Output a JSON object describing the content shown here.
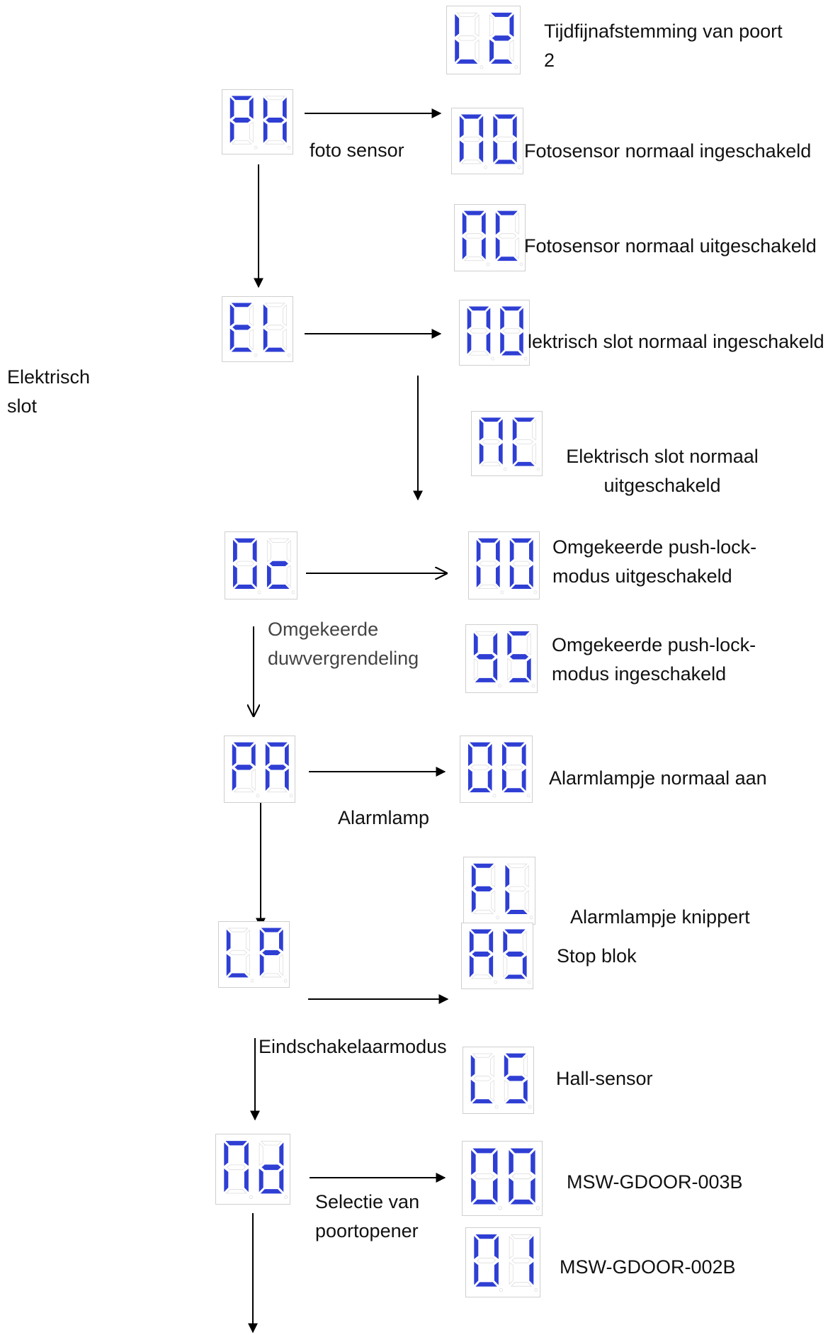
{
  "colors": {
    "segment_on": "#2f3fd4",
    "segment_off": "#dcdcdc",
    "line": "#000000"
  },
  "displays": {
    "l2": "L2",
    "ph": "PH",
    "ph_no": "nO",
    "ph_nc": "nC",
    "el": "EL",
    "el_no": "nO",
    "el_nc": "nC",
    "oc": "Oc",
    "oc_no": "nO",
    "oc_ys": "YS",
    "pa": "PA",
    "pa_00": "OO",
    "pa_fl": "FL",
    "lp": "LP",
    "lp_as": "AS",
    "lp_ls": "LS",
    "nd": "nd",
    "nd_00": "OO",
    "nd_01": "O1"
  },
  "labels": {
    "l2_text": "Tijdfijnafstemming  van  poort\n2",
    "ph_side": "foto sensor",
    "ph_no_text": "Fotosensor normaal ingeschakeld",
    "ph_nc_text": "Fotosensor normaal uitgeschakeld",
    "el_left": "Elektrisch\nslot",
    "el_no_text": "lektrisch slot normaal ingeschakeld",
    "el_nc_text": "Elektrisch slot normaal\nuitgeschakeld",
    "oc_side": "Omgekeerde\nduwvergrendeling",
    "oc_no_text": "Omgekeerde  push-lock-\nmodus uitgeschakeld",
    "oc_ys_text": "Omgekeerde  push-lock-\nmodus ingeschakeld",
    "pa_side": "Alarmlamp",
    "pa_00_text": "Alarmlampje normaal aan",
    "pa_fl_text": "Alarmlampje knippert",
    "lp_as_text": "Stop blok",
    "lp_side": "Eindschakelaarmodus",
    "lp_ls_text": "Hall-sensor",
    "nd_side": "Selectie van\npoortopener",
    "nd_00_text": "MSW-GDOOR-003B",
    "nd_01_text": "MSW-GDOOR-002B"
  }
}
